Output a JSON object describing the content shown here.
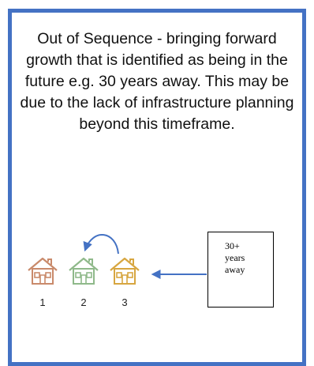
{
  "description": "Out of Sequence - bringing forward growth that is identified as being in the future e.g. 30 years away. This may be due to the lack of infrastructure planning beyond this timeframe.",
  "houses": [
    {
      "label": "1",
      "color": "#c98a6b"
    },
    {
      "label": "2",
      "color": "#8fb98a"
    },
    {
      "label": "3",
      "color": "#d7a640"
    }
  ],
  "callout": {
    "line1": "30+",
    "line2": "years",
    "line3": "away"
  },
  "colors": {
    "border": "#4472c4",
    "arrow": "#4472c4",
    "curve": "#4472c4"
  },
  "icons": {
    "house": "house-icon",
    "left_arrow": "left-arrow-icon",
    "curved_arrow": "curved-arrow-icon"
  }
}
